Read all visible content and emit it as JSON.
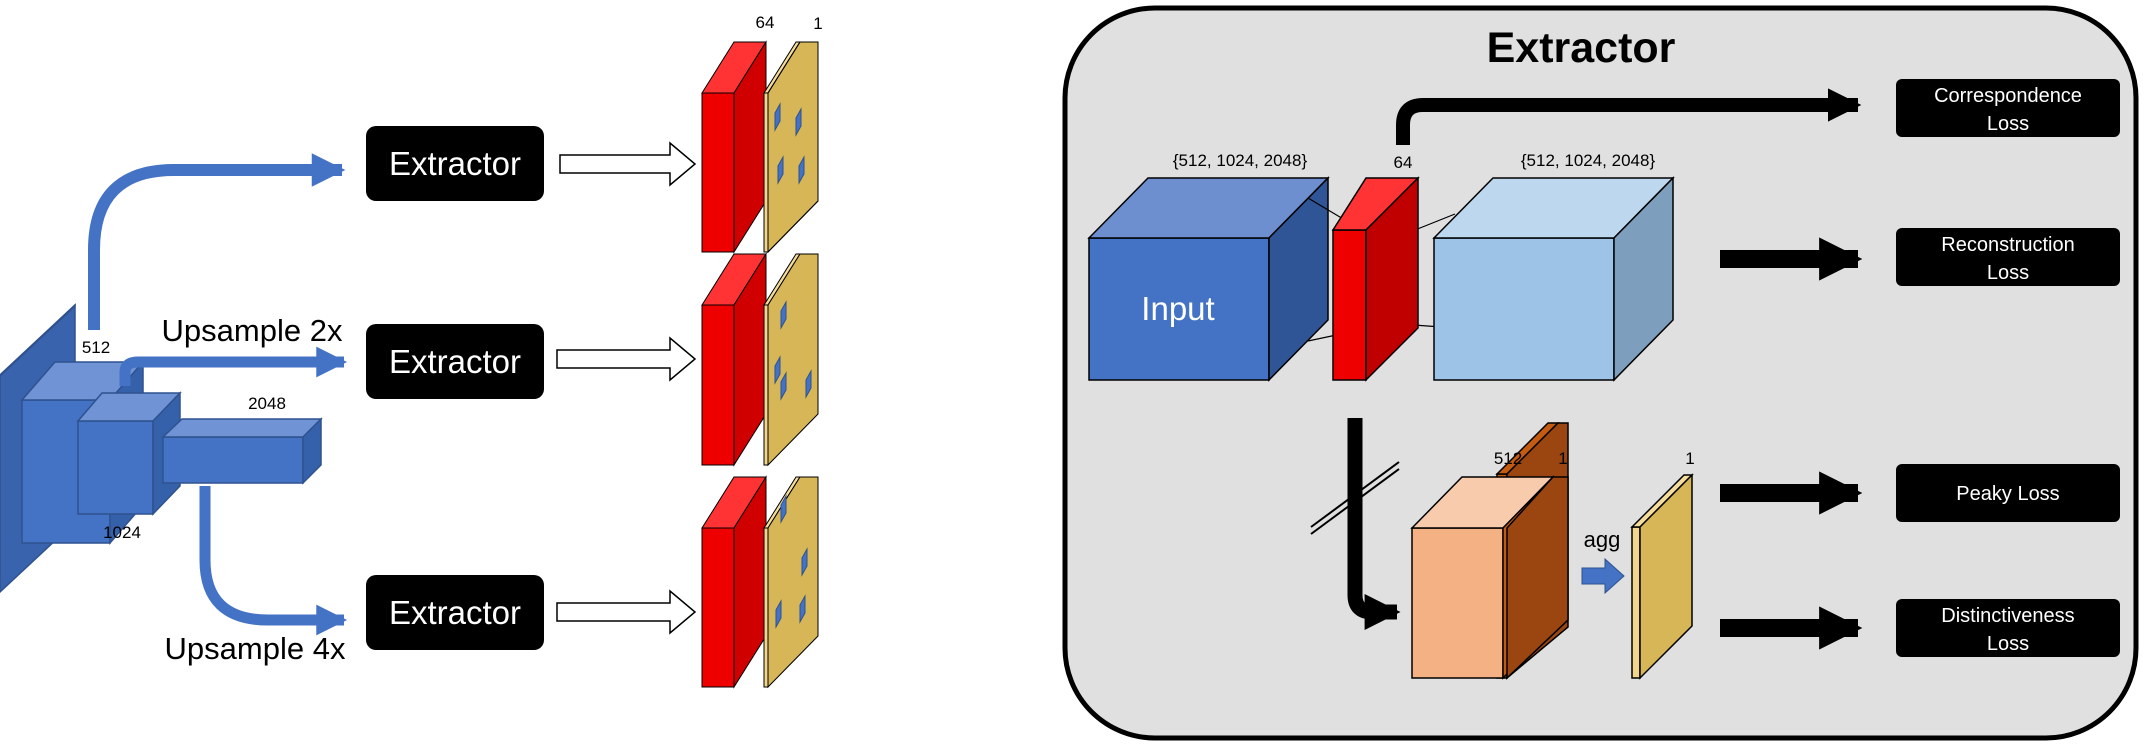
{
  "left": {
    "extractor_labels": [
      "Extractor",
      "Extractor",
      "Extractor"
    ],
    "upsample_2x": "Upsample 2x",
    "upsample_4x": "Upsample 4x",
    "channel_512": "512",
    "channel_1024": "1024",
    "channel_2048": "2048",
    "output_64": "64",
    "output_1": "1"
  },
  "right": {
    "title": "Extractor",
    "input_label": "Input",
    "input_dims": "{512, 1024, 2048}",
    "output_dims": "{512, 1024, 2048}",
    "bottleneck_64": "64",
    "orange_512": "512",
    "orange_1": "1",
    "gold_1": "1",
    "agg_label": "agg",
    "losses": [
      [
        "Correspondence",
        "Loss"
      ],
      [
        "Reconstruction",
        "Loss"
      ],
      [
        "Peaky Loss"
      ],
      [
        "Distinctiveness",
        "Loss"
      ]
    ]
  },
  "colors": {
    "backbone_blue": "#4472c4",
    "feature_red": "#ff0000",
    "keypoint_gold": "#d6b656",
    "keypoint_dot": "#4472c4",
    "decoder_lightblue": "#9dc3e6",
    "orange_block": "#f4b183",
    "panel_gray": "#e0e0e0"
  }
}
